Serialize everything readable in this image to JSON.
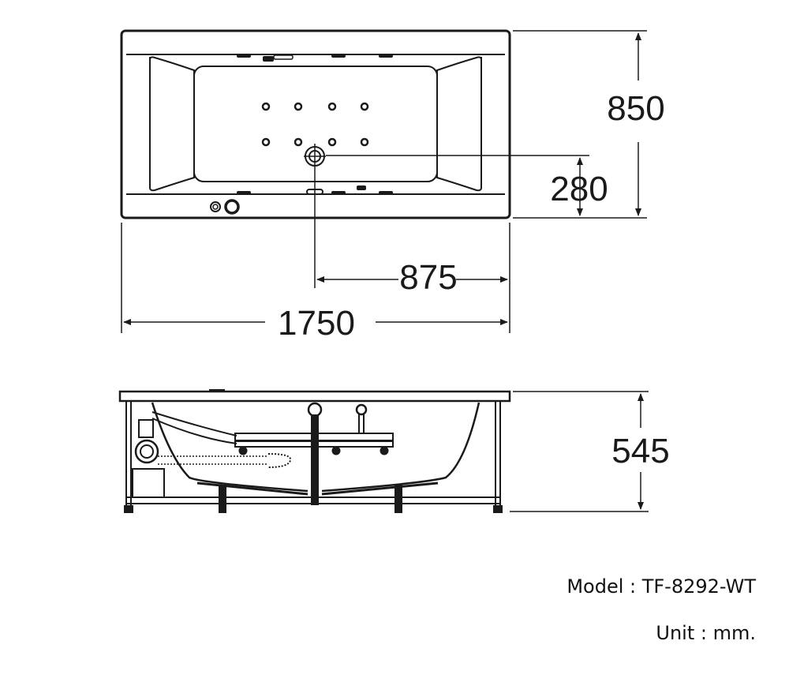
{
  "drawing": {
    "top_view": {
      "length_label": "1750",
      "width_label": "850",
      "drain_offset_x_label": "875",
      "drain_offset_y_label": "280"
    },
    "side_view": {
      "height_label": "545"
    }
  },
  "info": {
    "model": "Model : TF-8292-WT",
    "unit": "Unit : mm."
  },
  "colors": {
    "line": "#1a1a1a",
    "background": "#ffffff"
  }
}
